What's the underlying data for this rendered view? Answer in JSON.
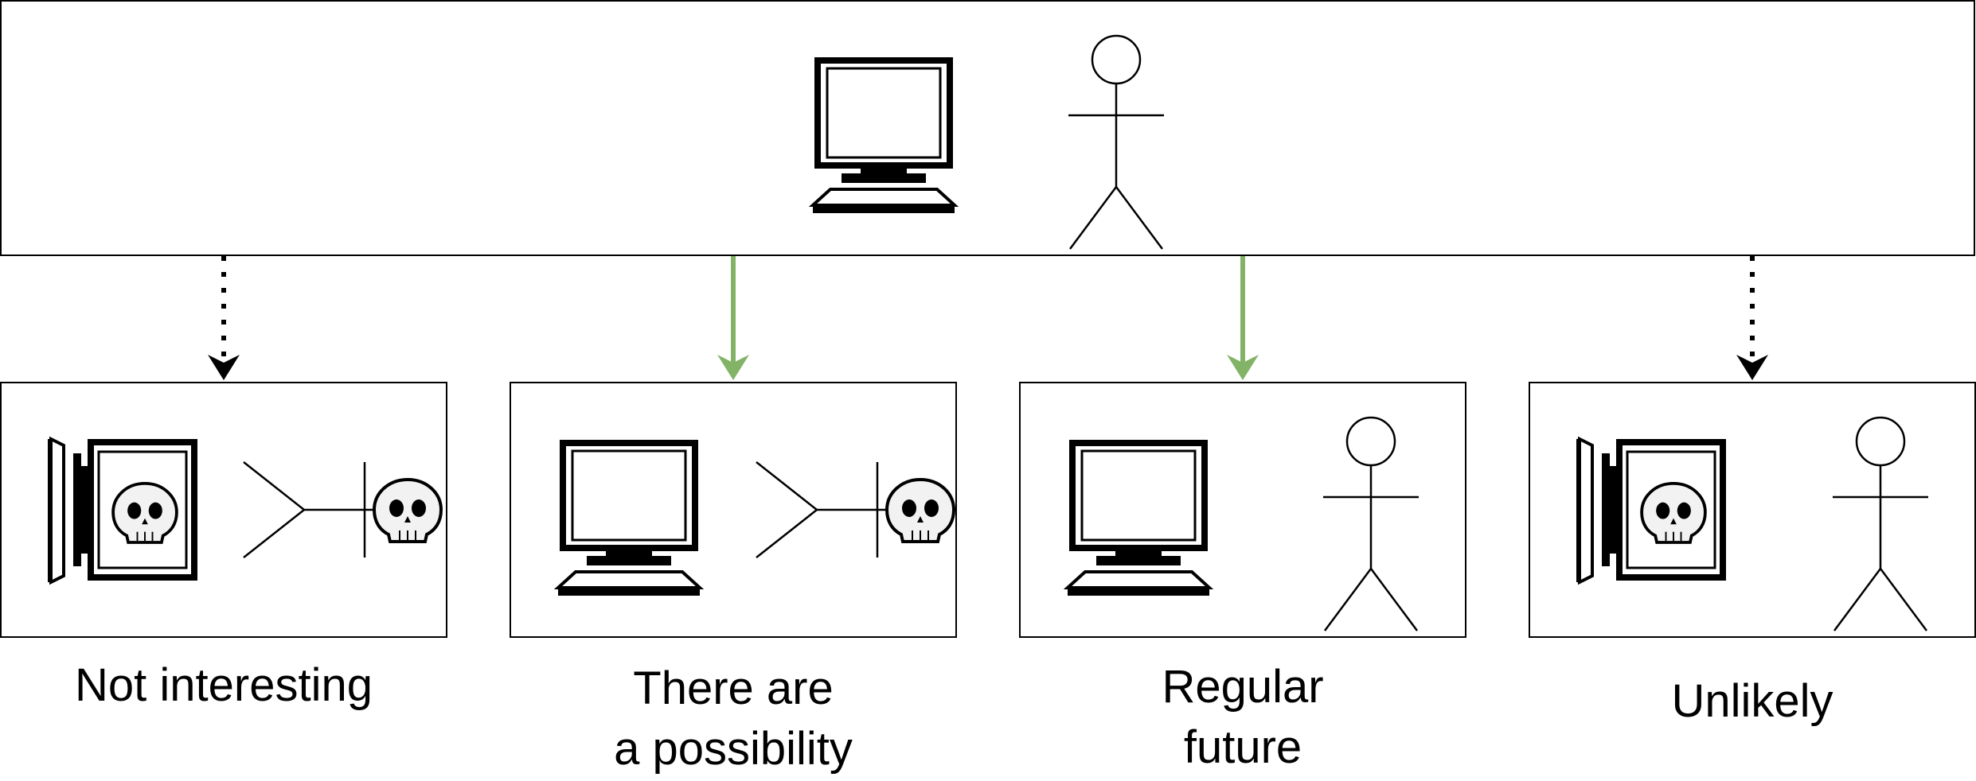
{
  "colors": {
    "stroke": "#000000",
    "green_arrow": "#82b366",
    "background": "#ffffff",
    "skull_fill": "#f2f2f2"
  },
  "top_box": {
    "items": [
      "computer-icon",
      "stick-figure-icon"
    ]
  },
  "arrows": [
    {
      "style": "dotted",
      "color": "#000000"
    },
    {
      "style": "solid",
      "color": "#82b366"
    },
    {
      "style": "solid",
      "color": "#82b366"
    },
    {
      "style": "dotted",
      "color": "#000000"
    }
  ],
  "scenarios": [
    {
      "computer": "dead-computer-icon",
      "person": "dead-stick-figure-icon",
      "label": {
        "line1": "Not interesting",
        "line2": ""
      }
    },
    {
      "computer": "computer-icon",
      "person": "dead-stick-figure-icon",
      "label": {
        "line1": "There are",
        "line2": "a possibility"
      }
    },
    {
      "computer": "computer-icon",
      "person": "stick-figure-icon",
      "label": {
        "line1": "Regular",
        "line2": "future"
      }
    },
    {
      "computer": "dead-computer-icon",
      "person": "stick-figure-icon",
      "label": {
        "line1": "Unlikely",
        "line2": ""
      }
    }
  ]
}
